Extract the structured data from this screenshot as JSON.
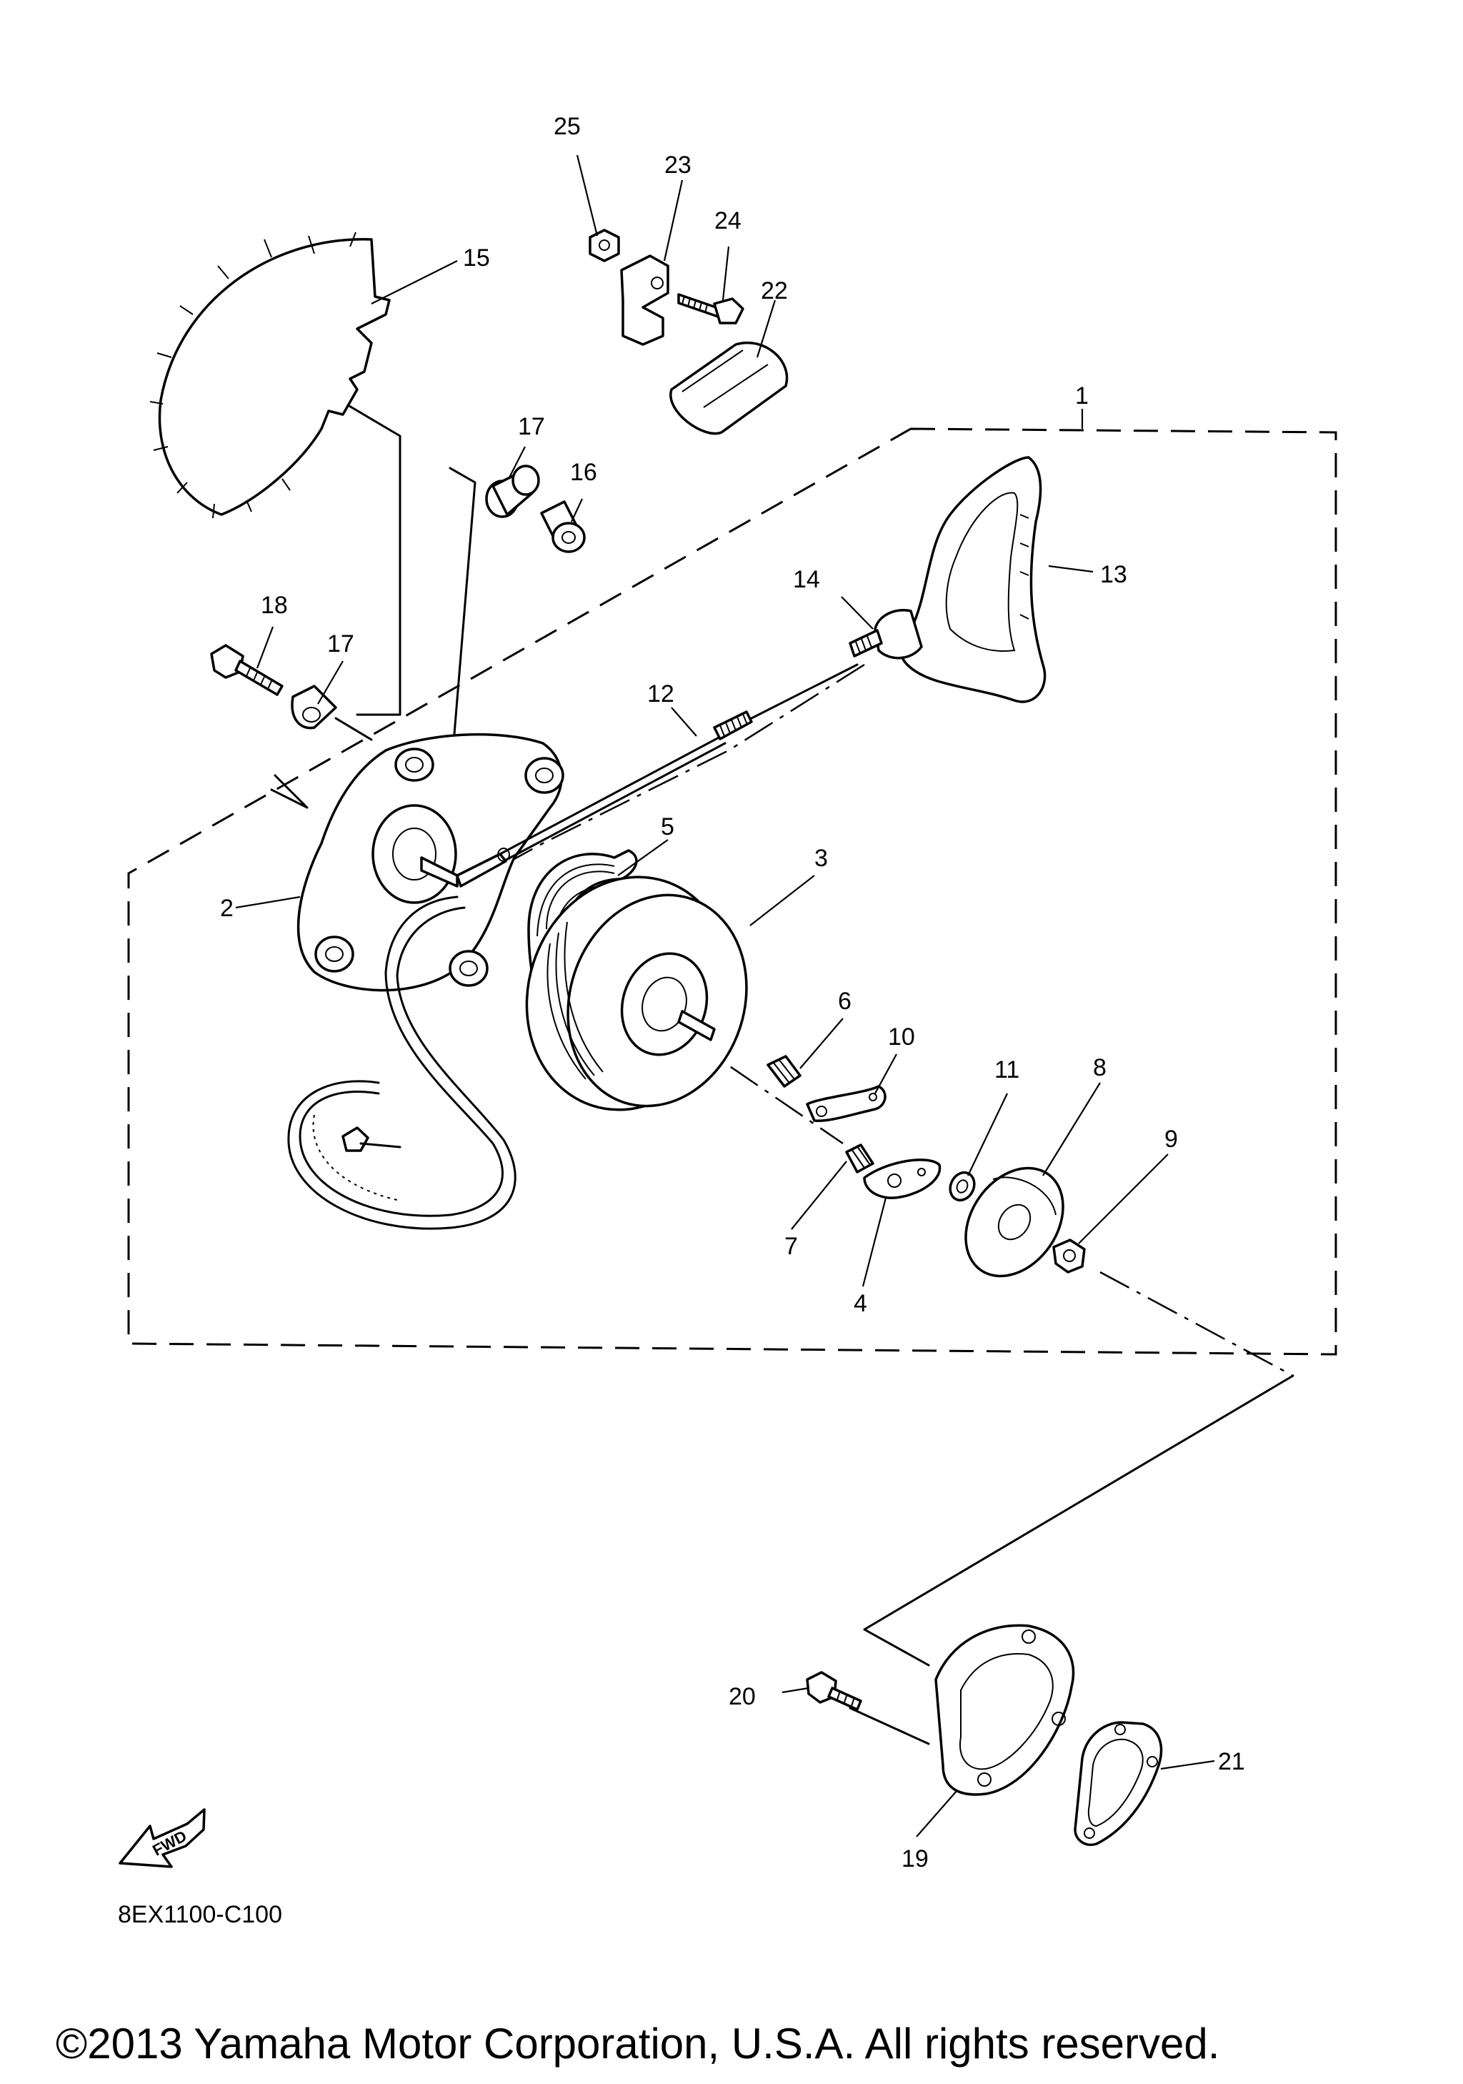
{
  "callouts": [
    {
      "id": "1",
      "text": "1"
    },
    {
      "id": "2",
      "text": "2"
    },
    {
      "id": "3",
      "text": "3"
    },
    {
      "id": "4",
      "text": "4"
    },
    {
      "id": "5",
      "text": "5"
    },
    {
      "id": "6",
      "text": "6"
    },
    {
      "id": "7",
      "text": "7"
    },
    {
      "id": "8",
      "text": "8"
    },
    {
      "id": "9",
      "text": "9"
    },
    {
      "id": "10",
      "text": "10"
    },
    {
      "id": "11",
      "text": "11"
    },
    {
      "id": "12",
      "text": "12"
    },
    {
      "id": "13",
      "text": "13"
    },
    {
      "id": "14",
      "text": "14"
    },
    {
      "id": "15",
      "text": "15"
    },
    {
      "id": "16",
      "text": "16"
    },
    {
      "id": "17a",
      "text": "17"
    },
    {
      "id": "17b",
      "text": "17"
    },
    {
      "id": "18",
      "text": "18"
    },
    {
      "id": "19",
      "text": "19"
    },
    {
      "id": "20",
      "text": "20"
    },
    {
      "id": "21",
      "text": "21"
    },
    {
      "id": "22",
      "text": "22"
    },
    {
      "id": "23",
      "text": "23"
    },
    {
      "id": "24",
      "text": "24"
    },
    {
      "id": "25",
      "text": "25"
    }
  ],
  "direction_badge": "FWD",
  "diagram_code": "8EX1100-C100",
  "copyright": "©2013 Yamaha Motor Corporation, U.S.A. All rights reserved."
}
